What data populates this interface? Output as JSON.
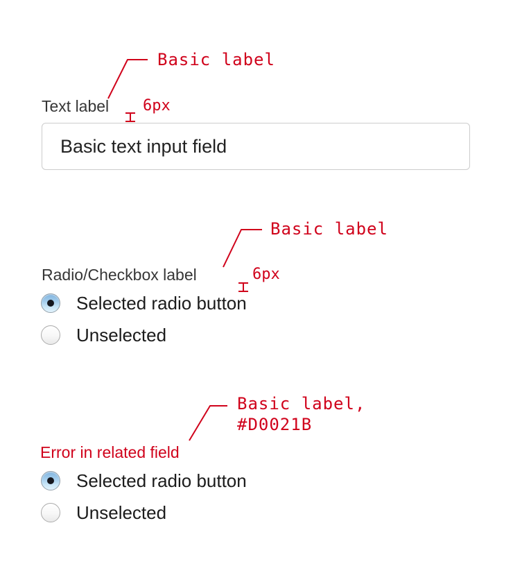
{
  "colors": {
    "annotation_red": "#D0021B",
    "label_gray": "#363636",
    "input_border": "#cccccc",
    "radio_selected_blue": "#82b4de"
  },
  "sections": {
    "text_input": {
      "annotation": "Basic label",
      "spacing": "6px",
      "label": "Text label",
      "input_value": "Basic text input field"
    },
    "radio_group": {
      "annotation": "Basic label",
      "spacing": "6px",
      "label": "Radio/Checkbox label",
      "options": [
        {
          "label": "Selected radio button",
          "selected": true
        },
        {
          "label": "Unselected",
          "selected": false
        }
      ]
    },
    "error_group": {
      "annotation_line1": "Basic label,",
      "annotation_line2": "#D0021B",
      "error_label": "Error in related field",
      "options": [
        {
          "label": "Selected radio button",
          "selected": true
        },
        {
          "label": "Unselected",
          "selected": false
        }
      ]
    }
  }
}
